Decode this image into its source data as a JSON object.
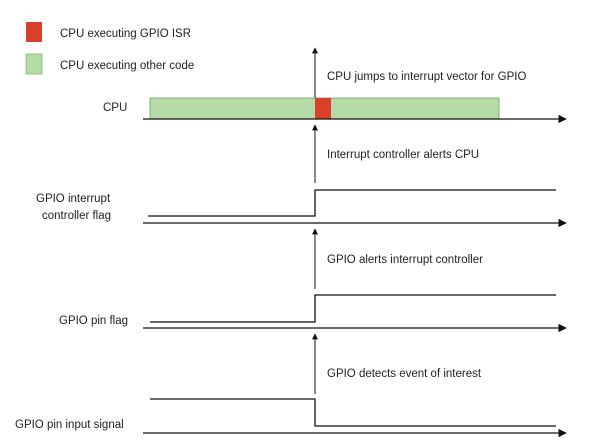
{
  "legend": {
    "isr": {
      "label": "CPU executing GPIO ISR",
      "color": "#d9402b"
    },
    "other": {
      "label": "CPU executing other code",
      "color": "#b5dba6"
    }
  },
  "signals": {
    "cpu": {
      "label": "CPU"
    },
    "ic_flag": {
      "label_line1": "GPIO interrupt",
      "label_line2": "controller flag"
    },
    "pin_flag": {
      "label": "GPIO pin flag"
    },
    "pin_input": {
      "label": "GPIO pin input signal"
    }
  },
  "annotations": {
    "cpu_jump": "CPU jumps to interrupt vector for GPIO",
    "ic_alerts_cpu": "Interrupt controller alerts CPU",
    "gpio_alerts_ic": "GPIO alerts interrupt controller",
    "gpio_detects": "GPIO detects event of interest"
  },
  "colors": {
    "line": "#111111",
    "bar_stroke": "#6fa35e"
  }
}
